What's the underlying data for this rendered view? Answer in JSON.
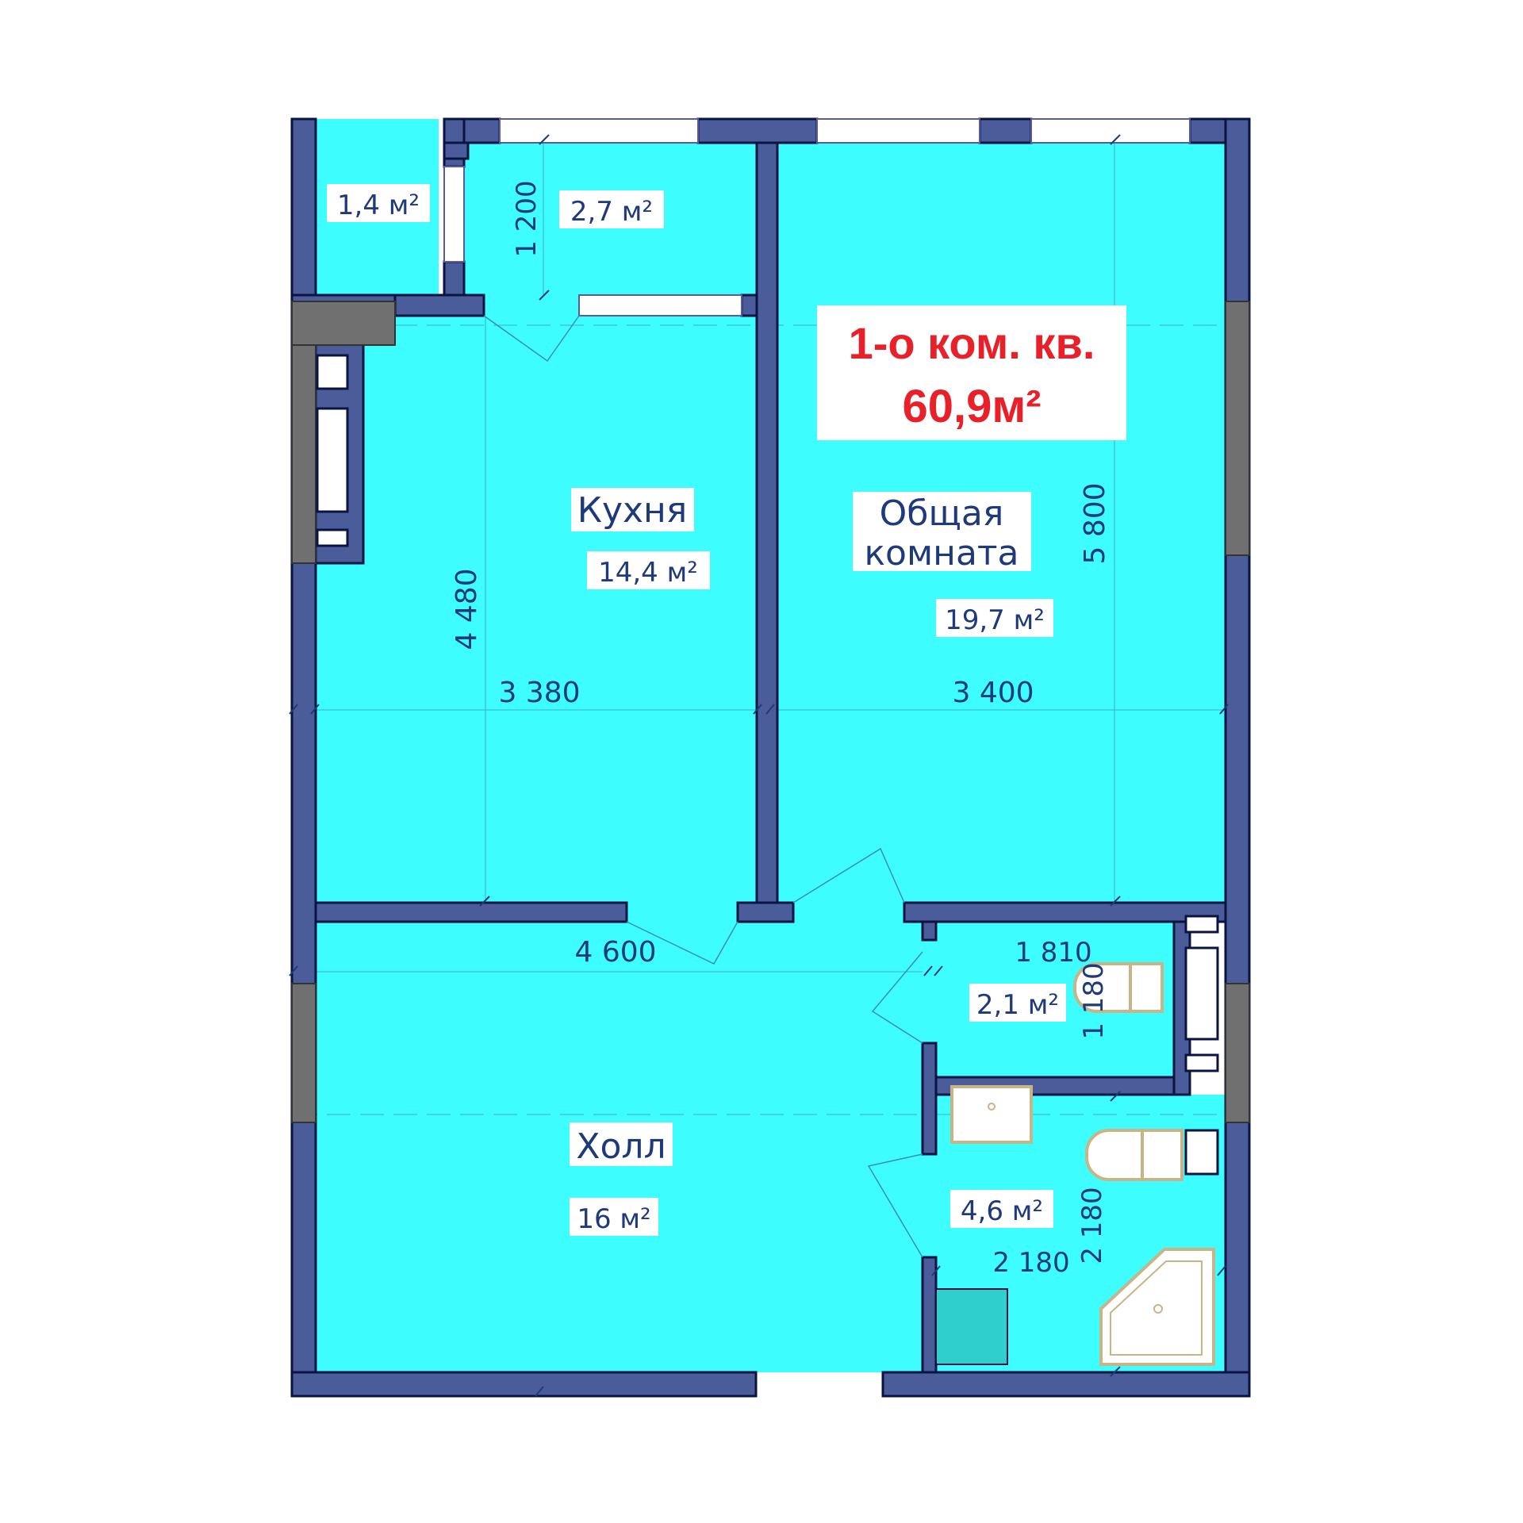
{
  "title": {
    "line1": "1-о ком. кв.",
    "line2": "60,9м²"
  },
  "rooms": {
    "storage": {
      "area": "1,4 м²"
    },
    "balcony": {
      "area": "2,7 м²"
    },
    "kitchen": {
      "name": "Кухня",
      "area": "14,4 м²"
    },
    "living": {
      "name_line1": "Общая",
      "name_line2": "комната",
      "area": "19,7 м²"
    },
    "hall": {
      "name": "Холл",
      "area": "16 м²"
    },
    "toilet": {
      "area": "2,1 м²"
    },
    "bathroom": {
      "area": "4,6 м²"
    }
  },
  "dimensions": {
    "balcony_depth": "1 200",
    "kitchen_length": "4 480",
    "kitchen_width": "3 380",
    "living_length": "5 800",
    "living_width": "3 400",
    "hall_width": "4 600",
    "toilet_width": "1 810",
    "toilet_length": "1 180",
    "bath_width": "2 180",
    "bath_length": "2 180"
  },
  "colors": {
    "floor": "#3dfdff",
    "wall": "#4a5c9a",
    "wall_outline": "#0b1440",
    "title_text": "#e8202a",
    "label_text": "#1f3a7a",
    "fixture": "#c9b488"
  }
}
